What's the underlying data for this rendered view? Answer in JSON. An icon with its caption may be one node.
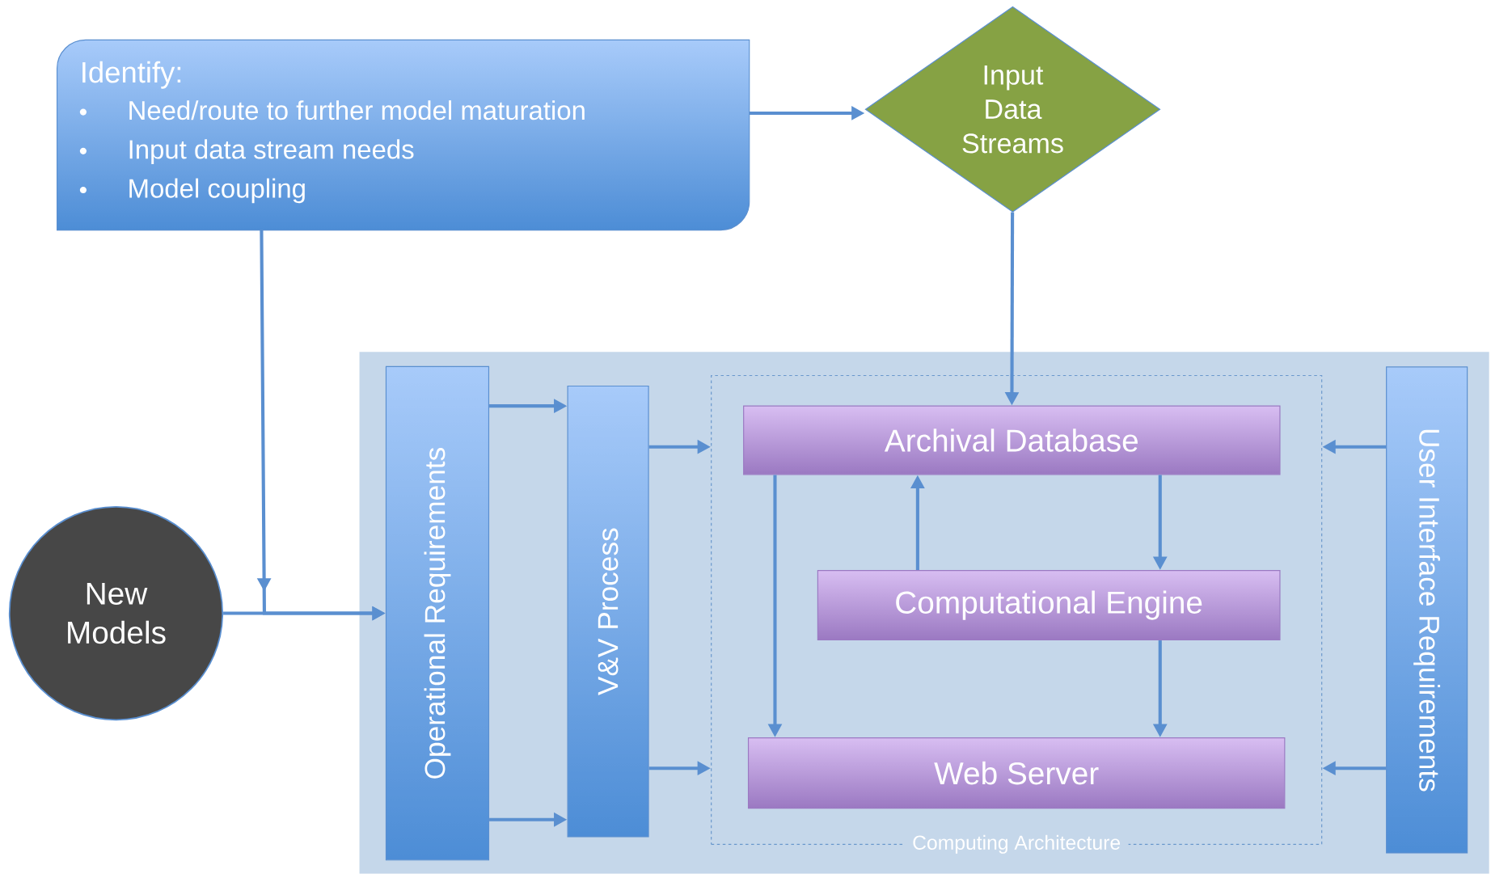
{
  "diagram": {
    "nodes": [
      {
        "text": [
          "Identify:",
          "Need/route to further model maturation",
          "Input data stream needs",
          "Model coupling"
        ]
      },
      {
        "text": [
          "Input Data Streams"
        ]
      },
      {
        "text": [
          "New Models"
        ]
      },
      {
        "text": [
          "Operational Requirements"
        ]
      },
      {
        "text": [
          "V&V Process"
        ]
      },
      {
        "text": [
          "Computing Architecture"
        ]
      },
      {
        "text": [
          "Archival Database"
        ],
        "in": 5
      },
      {
        "text": [
          "Computational Engine"
        ],
        "in": 5
      },
      {
        "text": [
          "Web Server"
        ],
        "in": 5
      },
      {
        "text": [
          "User Interface Requirements"
        ]
      }
    ],
    "edges": [
      {
        "from": 0,
        "to": 1,
        "arrow": "to"
      },
      {
        "from": 0,
        "to": 3,
        "arrow": "to"
      },
      {
        "from": 2,
        "to": 3,
        "arrow": "to"
      },
      {
        "from": 3,
        "to": 4,
        "arrow": "to"
      },
      {
        "from": 3,
        "to": 4,
        "arrow": "to"
      },
      {
        "from": 4,
        "to": 5,
        "arrow": "to"
      },
      {
        "from": 4,
        "to": 5,
        "arrow": "to"
      },
      {
        "from": 9,
        "to": 5,
        "arrow": "to"
      },
      {
        "from": 9,
        "to": 5,
        "arrow": "to"
      },
      {
        "from": 1,
        "to": 6,
        "arrow": "to"
      },
      {
        "from": 6,
        "to": 8,
        "arrow": "to"
      },
      {
        "from": 7,
        "to": 6,
        "arrow": "to"
      },
      {
        "from": 6,
        "to": 7,
        "arrow": "to"
      },
      {
        "from": 7,
        "to": 8,
        "arrow": "to"
      }
    ]
  }
}
